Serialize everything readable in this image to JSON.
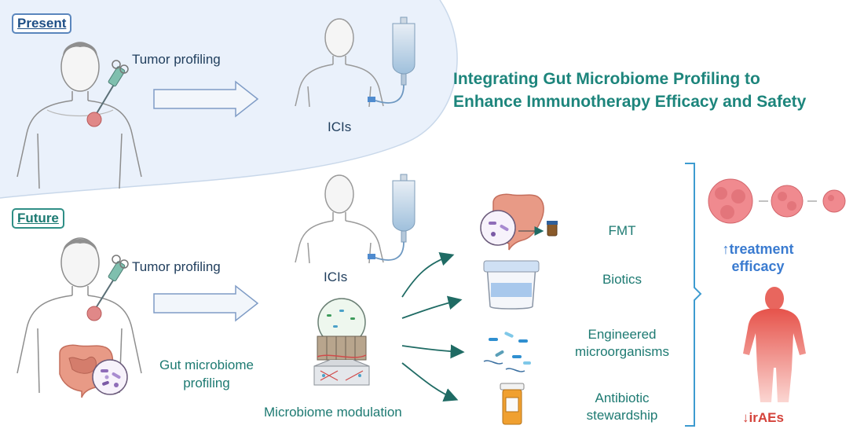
{
  "present": {
    "badge": "Present",
    "tumor_profiling": "Tumor profiling",
    "icis": "ICIs"
  },
  "title": {
    "line1": "Integrating Gut Microbiome Profiling to",
    "line2": "Enhance Immunotherapy Efficacy and Safety"
  },
  "future": {
    "badge": "Future",
    "tumor_profiling": "Tumor profiling",
    "gut_profiling_line1": "Gut microbiome",
    "gut_profiling_line2": "profiling",
    "icis": "ICIs",
    "modulation": "Microbiome modulation",
    "strategies": [
      {
        "line1": "FMT",
        "line2": "",
        "icon": "gut-fecal-icon"
      },
      {
        "line1": "Biotics",
        "line2": "",
        "icon": "yogurt-cup-icon"
      },
      {
        "line1": "Engineered",
        "line2": "microorganisms",
        "icon": "bacteria-icon"
      },
      {
        "line1": "Antibiotic",
        "line2": "stewardship",
        "icon": "pill-bottle-icon"
      }
    ]
  },
  "outcomes": {
    "efficacy_line1": "↑treatment",
    "efficacy_line2": "efficacy",
    "irae": "↓irAEs"
  },
  "colors": {
    "present_bg": "#eaf1fb",
    "title": "#1d857c",
    "teal": "#1d7a72",
    "efficacy": "#3a7bd0",
    "irae": "#d4423a"
  }
}
